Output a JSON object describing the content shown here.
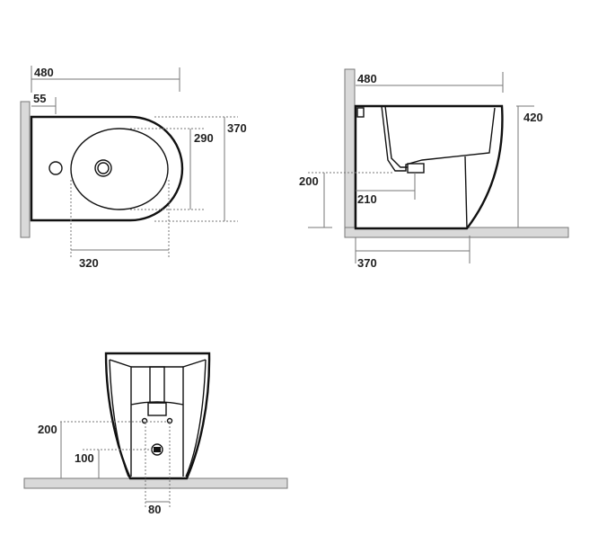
{
  "top_view": {
    "dims": {
      "overall_depth": "480",
      "tap_hole_offset": "55",
      "overall_width": "370",
      "bowl_width": "290",
      "bowl_length": "320"
    }
  },
  "side_view": {
    "dims": {
      "overall_depth": "480",
      "height": "420",
      "outlet_height": "200",
      "outlet_offset": "210",
      "base_depth": "370"
    }
  },
  "front_view": {
    "dims": {
      "fixing_height": "200",
      "outlet_height": "100",
      "fixing_spacing": "80"
    }
  },
  "colors": {
    "line": "#111111",
    "dimension": "#777777",
    "wall": "#d9d9d9"
  }
}
